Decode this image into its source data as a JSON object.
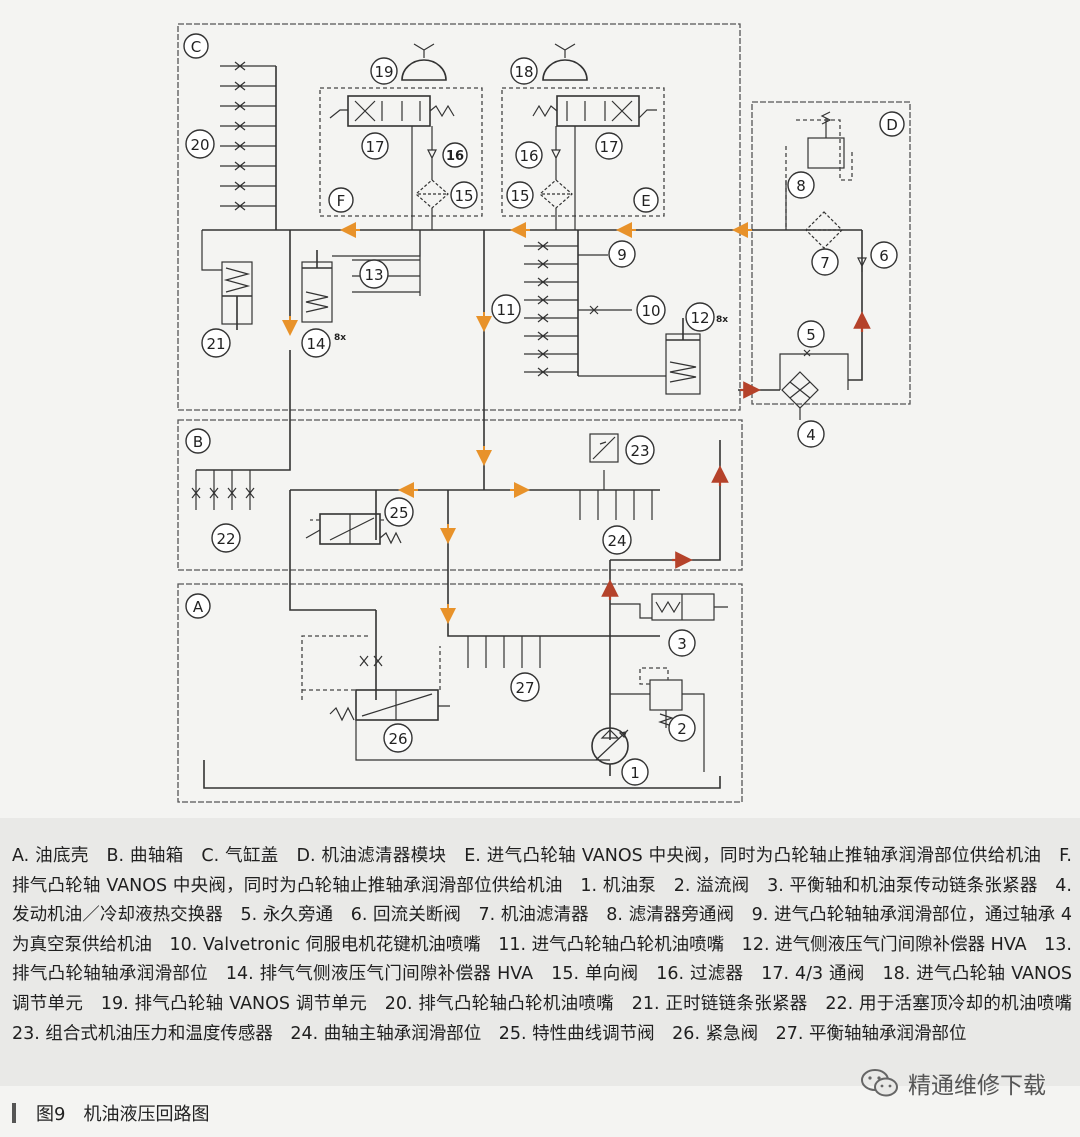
{
  "regions": {
    "A": "A",
    "B": "B",
    "C": "C",
    "D": "D",
    "E": "E",
    "F": "F"
  },
  "components": {
    "c1": "1",
    "c2": "2",
    "c3": "3",
    "c4": "4",
    "c5": "5",
    "c6": "6",
    "c7": "7",
    "c8": "8",
    "c9": "9",
    "c10": "10",
    "c11": "11",
    "c12": "12",
    "c13": "13",
    "c14": "14",
    "c15a": "15",
    "c15b": "15",
    "c16a": "16",
    "c16b": "16",
    "c17a": "17",
    "c17b": "17",
    "c18": "18",
    "c19": "19",
    "c20": "20",
    "c21": "21",
    "c22": "22",
    "c23": "23",
    "c24": "24",
    "c25": "25",
    "c26": "26",
    "c27": "27"
  },
  "badges": {
    "b12": "8x",
    "b14": "8x"
  },
  "legend": "A. 油底壳　B. 曲轴箱　C. 气缸盖　D. 机油滤清器模块　E. 进气凸轮轴 VANOS 中央阀，同时为凸轮轴止推轴承润滑部位供给机油　F. 排气凸轮轴 VANOS 中央阀，同时为凸轮轴止推轴承润滑部位供给机油　1. 机油泵　2. 溢流阀　3. 平衡轴和机油泵传动链条张紧器　4. 发动机油／冷却液热交换器　5. 永久旁通　6. 回流关断阀　7. 机油滤清器　8. 滤清器旁通阀　9. 进气凸轮轴轴承润滑部位，通过轴承 4 为真空泵供给机油　10. Valvetronic 伺服电机花键机油喷嘴　11. 进气凸轮轴凸轮机油喷嘴　12. 进气侧液压气门间隙补偿器 HVA　13. 排气凸轮轴轴承润滑部位　14. 排气气侧液压气门间隙补偿器 HVA　15. 单向阀　16. 过滤器　17. 4/3 通阀　18. 进气凸轮轴 VANOS 调节单元　19. 排气凸轮轴 VANOS 调节单元　20. 排气凸轮轴凸轮机油喷嘴　21. 正时链链条张紧器　22. 用于活塞顶冷却的机油喷嘴　23. 组合式机油压力和温度传感器　24. 曲轴主轴承润滑部位　25. 特性曲线调节阀　26. 紧急阀　27. 平衡轴轴承润滑部位",
  "watermark": "精通维修下载",
  "caption": {
    "figure": "图9",
    "title": "机油液压回路图"
  },
  "colors": {
    "return_flow": "#e8922a",
    "pressure_flow": "#b5422a"
  }
}
